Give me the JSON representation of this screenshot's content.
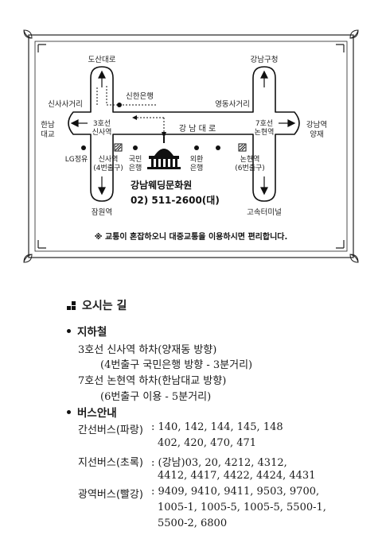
{
  "map": {
    "labels": {
      "dosan": "도산대로",
      "gangnam_gu": "강남구청",
      "shinhan": "신한은행",
      "sinsa_cross": "신사사거리",
      "yeongdong_cross": "영동사거리",
      "hannam_1": "한남",
      "hannam_2": "대교",
      "line3_1": "3호선",
      "line3_2": "신사역",
      "road": "강 남 대 로",
      "line7_1": "7호선",
      "line7_2": "논현역",
      "gangnam_stn_1": "강남역",
      "gangnam_stn_2": "양재",
      "kookmin_1": "국민",
      "kookmin_2": "은행",
      "kebank_1": "외환",
      "kebank_2": "은행",
      "lg": "LG정유",
      "sinsa_exit_1": "신사역",
      "sinsa_exit_2": "(4번출구)",
      "nonhyeon_exit_1": "논현역",
      "nonhyeon_exit_2": "(6번출구)",
      "venue_name": "강남웨딩문화원",
      "venue_phone": "02) 511-2600(대)",
      "jamwon": "잠원역",
      "express_terminal": "고속터미널",
      "notice": "※ 교통이 혼잡하오니 대중교통을 이용하시면 편리합니다."
    }
  },
  "directions": {
    "title": "오시는 길",
    "subway": {
      "heading": "지하철",
      "line1": "3호선 신사역 하차(양재동 방향)",
      "line2": "(4번출구 국민은행 방향 - 3분거리)",
      "line3": "7호선 논현역 하차(한남대교 방향)",
      "line4": "(6번출구 이용 - 5분거리)"
    },
    "bus": {
      "heading": "버스안내",
      "trunk_label": "간선버스(파랑)",
      "trunk_1": ": 140, 142, 144, 145, 148",
      "trunk_2": "402, 420, 470, 471",
      "branch_label": "지선버스(초록)",
      "branch_1": ": (강남)03, 20, 4212, 4312,",
      "branch_2": "4412, 4417, 4422, 4424, 4431",
      "metro_label": "광역버스(빨강)",
      "metro_1": ": 9409, 9410, 9411, 9503, 9700,",
      "metro_2": "1005-1, 1005-5, 1005-5, 5500-1,",
      "metro_3": "5500-2, 6800"
    }
  }
}
